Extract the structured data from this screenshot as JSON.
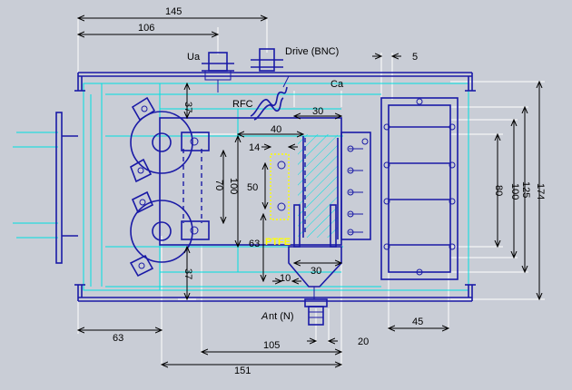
{
  "labels": {
    "ua": "Ua",
    "drive": "Drive (BNC)",
    "rfc": "RFC",
    "ca": "Ca",
    "ptfe": "PTFE",
    "ant_a": "A",
    "ant_rest": "nt (N)"
  },
  "dimensions": {
    "d145": "145",
    "d106": "106",
    "d5": "5",
    "d37_top": "37",
    "d30_top": "30",
    "d40": "40",
    "d14": "14",
    "d70": "70",
    "d100_left": "100",
    "d50": "50",
    "d63_mid": "63",
    "d10": "10",
    "d30_bottom": "30",
    "d37_bottom": "37",
    "d80": "80",
    "d100_right": "100",
    "d125": "125",
    "d174": "174",
    "d45": "45",
    "d63_bottom": "63",
    "d105": "105",
    "d20": "20",
    "d151": "151"
  },
  "colors": {
    "background": "#c9cdd6",
    "outline": "#1a1aa6",
    "cavity": "#00e0e0",
    "dimension": "#000000",
    "ptfe": "#ffff00"
  }
}
